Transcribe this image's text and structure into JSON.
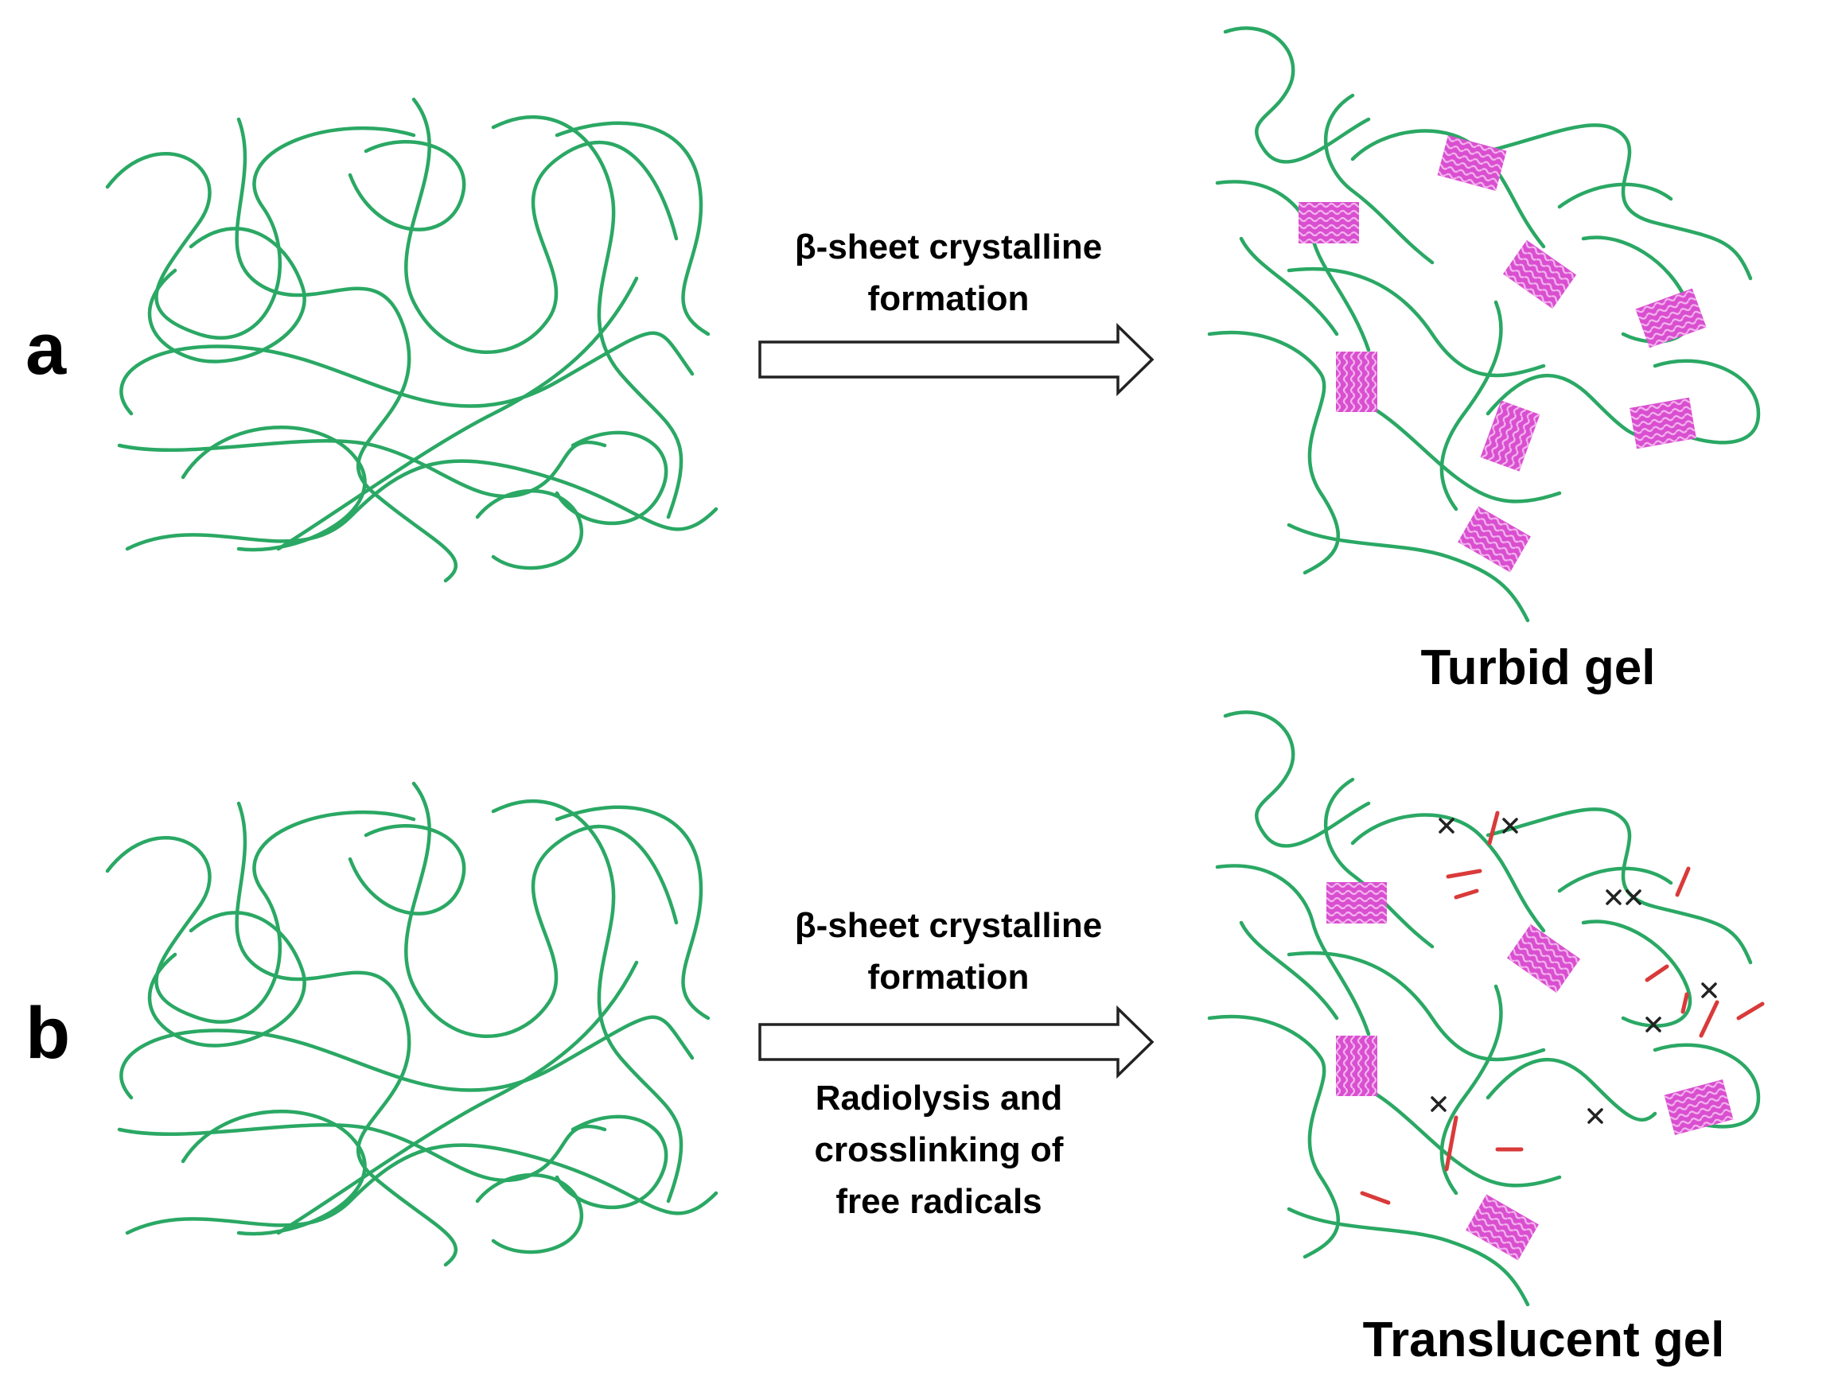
{
  "figure": {
    "panel_a": {
      "label": "a",
      "process_lines": [
        "β-sheet crystalline",
        "formation"
      ],
      "result": "Turbid gel"
    },
    "panel_b": {
      "label": "b",
      "process_lines": [
        "β-sheet crystalline",
        "formation"
      ],
      "extra_lines": [
        "Radiolysis and",
        "crosslinking of",
        "free radicals"
      ],
      "result": "Translucent gel"
    }
  },
  "colors": {
    "polymer_chain": "#2aa864",
    "beta_sheet_crystallite": "#d94fd0",
    "crosslink": "#d93a3a",
    "free_radical_mark": "#222222"
  },
  "icons": [
    "polymer-chain",
    "beta-sheet-crystallite",
    "crosslink-bond",
    "free-radical-x",
    "process-arrow"
  ]
}
